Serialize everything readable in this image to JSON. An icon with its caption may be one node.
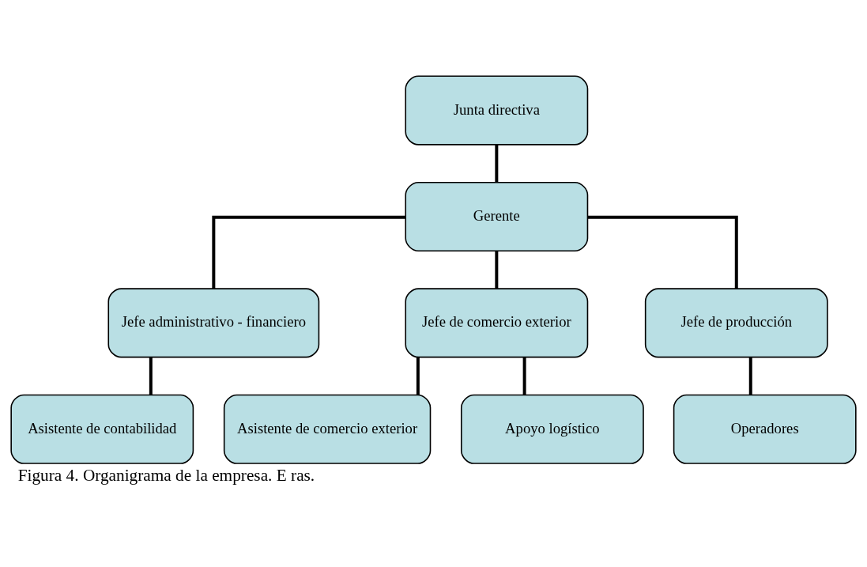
{
  "diagram": {
    "caption": "Figura 4. Organigrama de la empresa. E ras.",
    "nodes": [
      {
        "text": [
          "Junta directiva"
        ]
      },
      {
        "text": [
          "Gerente"
        ]
      },
      {
        "text": [
          "Jefe administrativo - financiero"
        ]
      },
      {
        "text": [
          "Jefe de comercio exterior"
        ]
      },
      {
        "text": [
          "Jefe de producción"
        ]
      },
      {
        "text": [
          "Asistente de contabilidad"
        ]
      },
      {
        "text": [
          "Asistente de comercio exterior"
        ]
      },
      {
        "text": [
          "Apoyo logístico"
        ]
      },
      {
        "text": [
          "Operadores"
        ]
      }
    ],
    "edges": [
      {
        "from": 0,
        "to": 1,
        "arrow": "none"
      },
      {
        "from": 1,
        "to": 2,
        "arrow": "none"
      },
      {
        "from": 1,
        "to": 3,
        "arrow": "none"
      },
      {
        "from": 1,
        "to": 4,
        "arrow": "none"
      },
      {
        "from": 2,
        "to": 5,
        "arrow": "none"
      },
      {
        "from": 3,
        "to": 6,
        "arrow": "none"
      },
      {
        "from": 3,
        "to": 7,
        "arrow": "none"
      },
      {
        "from": 4,
        "to": 8,
        "arrow": "none"
      }
    ]
  }
}
